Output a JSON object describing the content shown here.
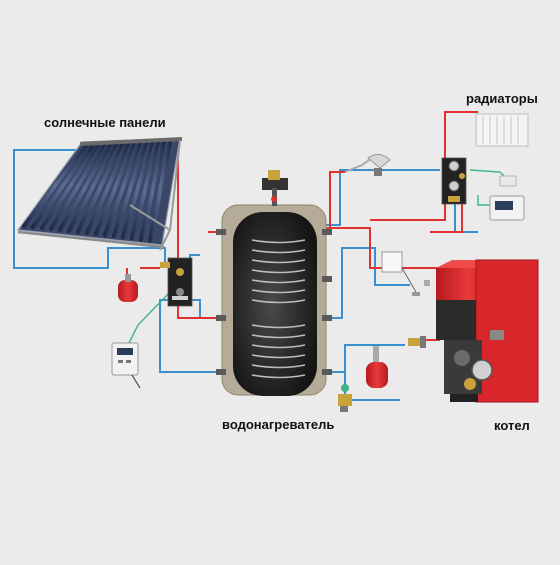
{
  "labels": {
    "solar_panels": "солнечные панели",
    "radiators": "радиаторы",
    "water_heater": "водонагреватель",
    "boiler": "котел"
  },
  "colors": {
    "background": "#ebebeb",
    "hot_line": "#e03030",
    "cold_line": "#3a8fd0",
    "control_line": "#3cb48c",
    "boiler_body": "#d8262a",
    "expansion_tank": "#d8262a",
    "tank_insulation": "#b5ab98",
    "tank_core": "#2a2a2a"
  },
  "icons": [
    "solar-collector-icon",
    "radiator-icon",
    "pump-group-icon",
    "expansion-tank-icon",
    "controller-icon",
    "shower-head-icon",
    "boiler-icon",
    "water-heater-tank-icon"
  ]
}
